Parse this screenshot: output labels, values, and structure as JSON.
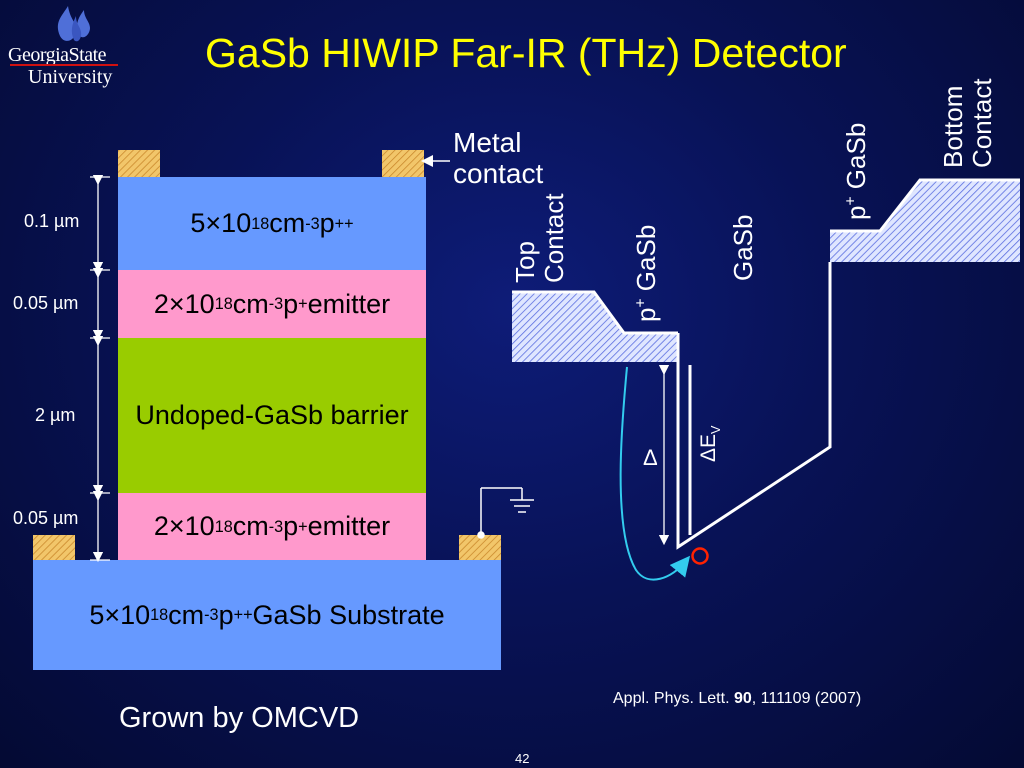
{
  "header": {
    "title": "GaSb HIWIP Far-IR (THz) Detector",
    "logo_line1": "GeorgiaState",
    "logo_line2": "University"
  },
  "structure": {
    "layers": [
      {
        "base": "5×10",
        "exp1": "18",
        "mid": "cm",
        "exp2": "-3",
        "sp": " p",
        "exp3": "++",
        "tail": "",
        "color": "#6699ff"
      },
      {
        "base": "2×10",
        "exp1": "18",
        "mid": "cm",
        "exp2": "-3",
        "sp": " p",
        "exp3": "+",
        "tail": " emitter",
        "color": "#ff99cc"
      },
      {
        "text": "Undoped-GaSb barrier",
        "color": "#99cc00"
      },
      {
        "base": "2×10",
        "exp1": "18",
        "mid": "cm",
        "exp2": "-3",
        "sp": " p",
        "exp3": "+",
        "tail": " emitter",
        "color": "#ff99cc"
      },
      {
        "base": "5×10",
        "exp1": "18",
        "mid": "cm",
        "exp2": "-3",
        "sp": " p",
        "exp3": "++",
        "tail": " GaSb Substrate",
        "color": "#6699ff"
      }
    ],
    "thicknesses": [
      "0.1 µm",
      "0.05 µm",
      "2 µm",
      "0.05 µm"
    ],
    "metal_contact_line1": "Metal",
    "metal_contact_line2": "contact"
  },
  "band_diagram": {
    "top_contact_line1": "Top",
    "top_contact_line2": "Contact",
    "p_gasb_left_base": "p",
    "p_gasb_left_sup": "+",
    "p_gasb_left_tail": " GaSb",
    "gasb": "GaSb",
    "p_gasb_right_base": "p",
    "p_gasb_right_sup": "+",
    "p_gasb_right_tail": " GaSb",
    "bottom_contact_line1": "Bottom",
    "bottom_contact_line2": "Contact",
    "delta": "Δ",
    "delta_ev_base": "ΔE",
    "delta_ev_sub": "V"
  },
  "footer": {
    "reference_pre": "Appl. Phys. Lett.  ",
    "reference_bold": "90",
    "reference_post": ", 111109 (2007)",
    "grown_by": "Grown by OMCVD",
    "page_number": "42"
  },
  "colors": {
    "title": "#ffff00",
    "layer_blue": "#6699ff",
    "layer_pink": "#ff99cc",
    "layer_green": "#99cc00",
    "contact_gold": "#f0c060",
    "arrow_cyan": "#33ccee",
    "hole_red": "#ff2200"
  }
}
